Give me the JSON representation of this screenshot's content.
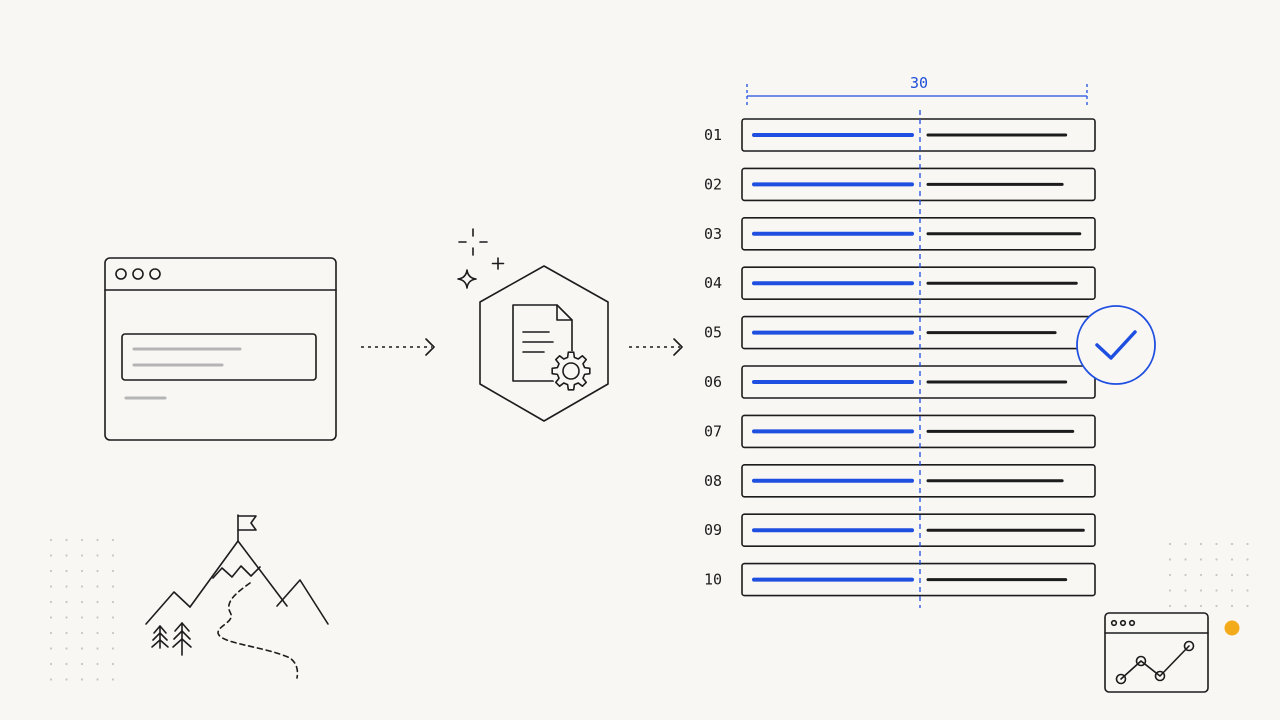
{
  "accent_color": "#1f4fe0",
  "highlight_color": "#f4ab1b",
  "ink_color": "#1c1c1c",
  "dimension": {
    "label": "30"
  },
  "rows": [
    {
      "label": "01",
      "left_fill": 0.45,
      "right_fill": 0.39
    },
    {
      "label": "02",
      "left_fill": 0.45,
      "right_fill": 0.38
    },
    {
      "label": "03",
      "left_fill": 0.45,
      "right_fill": 0.43
    },
    {
      "label": "04",
      "left_fill": 0.45,
      "right_fill": 0.42
    },
    {
      "label": "05",
      "left_fill": 0.45,
      "right_fill": 0.36
    },
    {
      "label": "06",
      "left_fill": 0.45,
      "right_fill": 0.39
    },
    {
      "label": "07",
      "left_fill": 0.45,
      "right_fill": 0.41
    },
    {
      "label": "08",
      "left_fill": 0.45,
      "right_fill": 0.38
    },
    {
      "label": "09",
      "left_fill": 0.45,
      "right_fill": 0.44
    },
    {
      "label": "10",
      "left_fill": 0.45,
      "right_fill": 0.39
    }
  ],
  "checked_row": "05",
  "icons": [
    "browser-window-icon",
    "dotted-arrow-icon",
    "document-gear-hexagon-icon",
    "sparkle-icon",
    "check-circle-icon",
    "mountain-flag-icon",
    "line-chart-window-icon"
  ]
}
